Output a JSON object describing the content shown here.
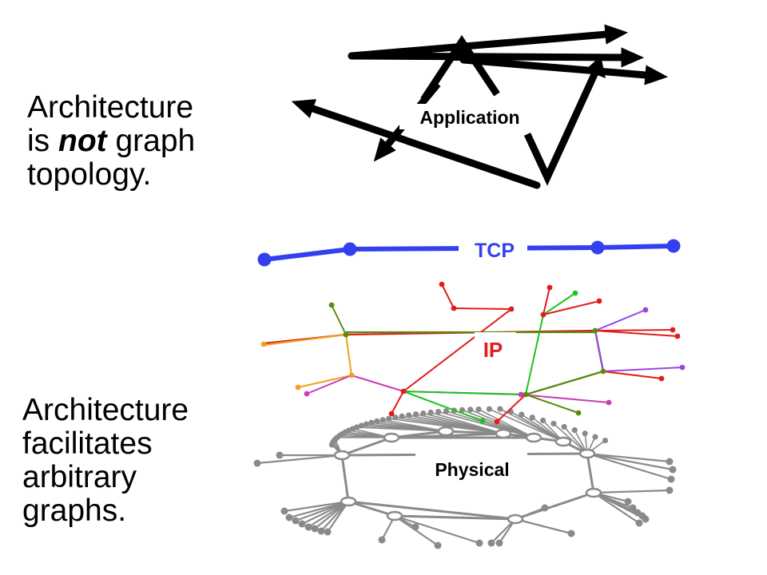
{
  "statement_top": {
    "line1": "Architecture",
    "line2_pre": "is ",
    "line2_em": "not",
    "line2_post": " graph",
    "line3": "topology."
  },
  "statement_bottom": {
    "line1": "Architecture",
    "line2": "facilitates",
    "line3": "arbitrary",
    "line4": "graphs."
  },
  "layers": {
    "application": "Application",
    "tcp": "TCP",
    "ip": "IP",
    "physical": "Physical"
  },
  "colors": {
    "application": "#000000",
    "tcp": "#3340f0",
    "ip": "#e31b1b",
    "physical": "#8a8a8a",
    "ip_links": [
      "#e31b1b",
      "#5a8a10",
      "#1cc41c",
      "#f0a020",
      "#c83cb4",
      "#9b45e6"
    ]
  }
}
